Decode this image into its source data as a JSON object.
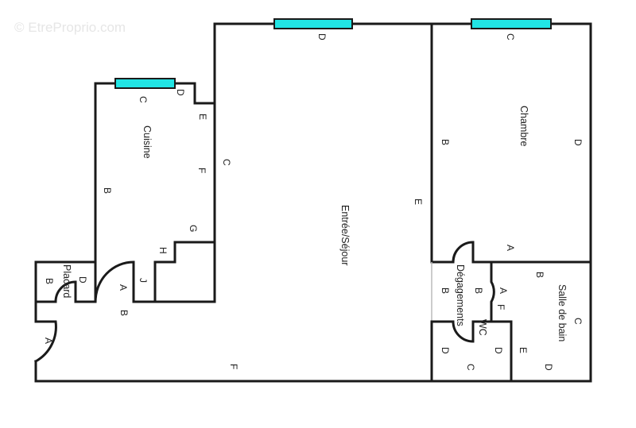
{
  "watermark": "© EtreProprio.com",
  "colors": {
    "window": "#22e5e5",
    "wall": "#1a1a1a"
  },
  "rooms": [
    {
      "name": "Cuisine"
    },
    {
      "name": "Entrée/Séjour"
    },
    {
      "name": "Chambre"
    },
    {
      "name": "Placard"
    },
    {
      "name": "Dégagements"
    },
    {
      "name": "WC"
    },
    {
      "name": "Salle de bain"
    }
  ],
  "wall_labels": [
    "C",
    "D",
    "E",
    "F",
    "B",
    "G",
    "H",
    "J",
    "A",
    "B",
    "D",
    "B",
    "A",
    "C",
    "D",
    "E",
    "F",
    "C",
    "B",
    "D",
    "A",
    "B",
    "B",
    "A",
    "F",
    "B",
    "C",
    "D",
    "E",
    "D",
    "C",
    "D"
  ]
}
